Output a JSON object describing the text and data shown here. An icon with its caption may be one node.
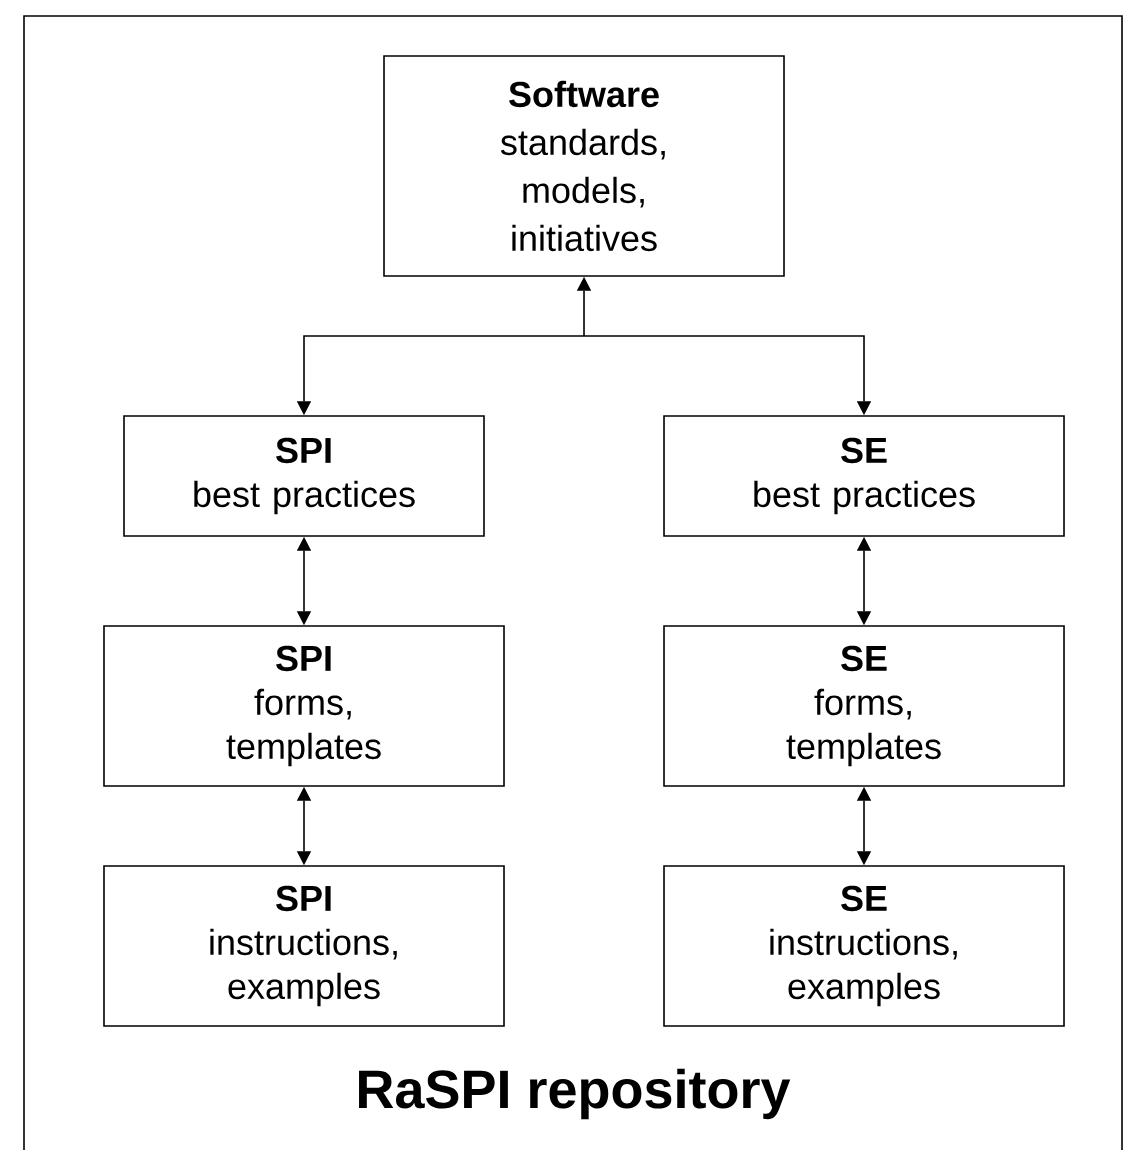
{
  "diagram": {
    "nodes": [
      {
        "text": [
          "RaSPI repository"
        ]
      },
      {
        "text": [
          "Software",
          "standards, models, initiatives"
        ],
        "in": 0
      },
      {
        "text": [
          "SPI",
          "best practices"
        ],
        "in": 0
      },
      {
        "text": [
          "SE",
          "best practices"
        ],
        "in": 0
      },
      {
        "text": [
          "SPI",
          "forms, templates"
        ],
        "in": 0
      },
      {
        "text": [
          "SE",
          "forms, templates"
        ],
        "in": 0
      },
      {
        "text": [
          "SPI",
          "instructions, examples"
        ],
        "in": 0
      },
      {
        "text": [
          "SE",
          "instructions, examples"
        ],
        "in": 0
      }
    ],
    "edges": [
      {
        "from": 2,
        "to": 1,
        "arrow": "both"
      },
      {
        "from": 3,
        "to": 1,
        "arrow": "both"
      },
      {
        "from": 2,
        "to": 4,
        "arrow": "both"
      },
      {
        "from": 4,
        "to": 6,
        "arrow": "both"
      },
      {
        "from": 3,
        "to": 5,
        "arrow": "both"
      },
      {
        "from": 5,
        "to": 7,
        "arrow": "both"
      }
    ]
  }
}
